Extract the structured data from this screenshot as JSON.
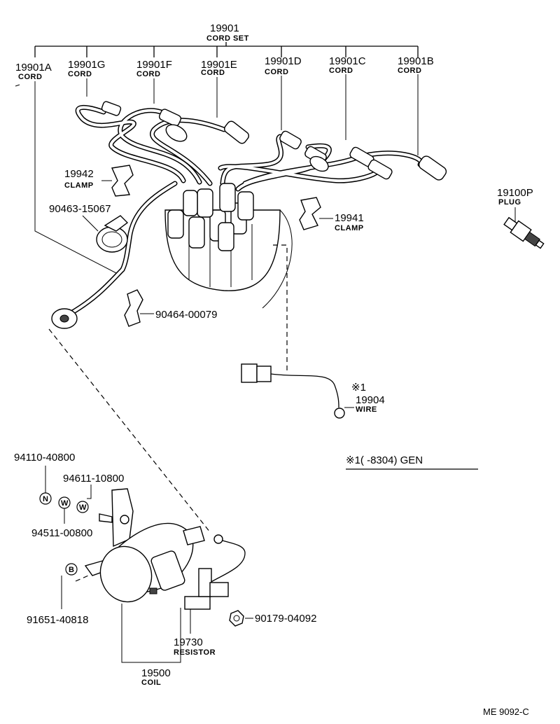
{
  "cord_set": {
    "number": "19901",
    "name": "CORD SET"
  },
  "cords": [
    {
      "number": "19901A",
      "name": "CORD"
    },
    {
      "number": "19901G",
      "name": "CORD"
    },
    {
      "number": "19901F",
      "name": "CORD"
    },
    {
      "number": "19901E",
      "name": "CORD"
    },
    {
      "number": "19901D",
      "name": "CORD"
    },
    {
      "number": "19901C",
      "name": "CORD"
    },
    {
      "number": "19901B",
      "name": "CORD"
    }
  ],
  "plug": {
    "number": "19100P",
    "name": "PLUG"
  },
  "clamp_left": {
    "number": "19942",
    "name": "CLAMP"
  },
  "clamp_right": {
    "number": "19941",
    "name": "CLAMP"
  },
  "band": {
    "number": "90463-15067"
  },
  "clip": {
    "number": "90464-00079"
  },
  "wire": {
    "number": "19904",
    "name": "WIRE",
    "note_mark": "※1"
  },
  "footnote": {
    "text": "※1(       -8304) GEN"
  },
  "nut_label": {
    "number": "94110-40800",
    "letter": "N"
  },
  "washer_top": {
    "number": "94611-10800",
    "letter": "W"
  },
  "washer_bottom": {
    "number": "94511-00800",
    "letter": "W"
  },
  "bolt": {
    "number": "91651-40818",
    "letter": "B"
  },
  "nut_right": {
    "number": "90179-04092"
  },
  "resistor": {
    "number": "19730",
    "name": "RESISTOR"
  },
  "coil": {
    "number": "19500",
    "name": "COIL"
  },
  "drawing_code": "ME  9092-C"
}
